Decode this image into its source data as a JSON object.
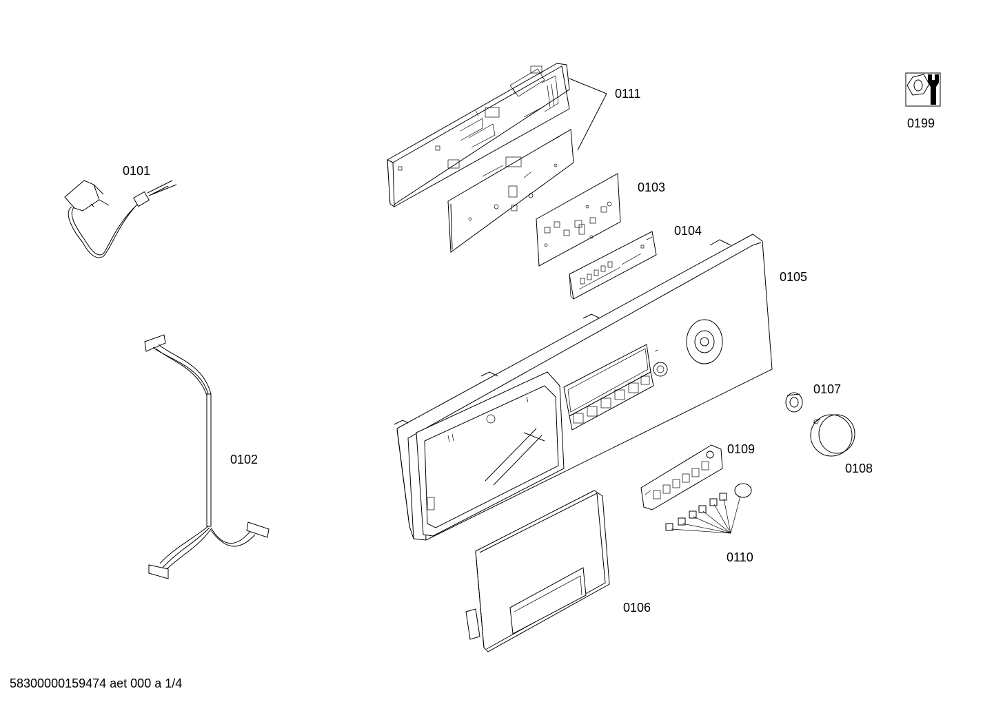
{
  "drawing_id": "58300000159474 aet 000 a 1/4",
  "parts": [
    {
      "key": "p0101",
      "label": "0101",
      "name": "power-cord"
    },
    {
      "key": "p0102",
      "label": "0102",
      "name": "wiring-harness"
    },
    {
      "key": "p0103",
      "label": "0103",
      "name": "control-board"
    },
    {
      "key": "p0104",
      "label": "0104",
      "name": "button-holder"
    },
    {
      "key": "p0105",
      "label": "0105",
      "name": "control-panel-fascia"
    },
    {
      "key": "p0106",
      "label": "0106",
      "name": "detergent-drawer-handle"
    },
    {
      "key": "p0107",
      "label": "0107",
      "name": "knob-insert"
    },
    {
      "key": "p0108",
      "label": "0108",
      "name": "program-selector-knob"
    },
    {
      "key": "p0109",
      "label": "0109",
      "name": "push-button-carrier"
    },
    {
      "key": "p0110",
      "label": "0110",
      "name": "push-button-set"
    },
    {
      "key": "p0111",
      "label": "0111",
      "name": "electronic-module"
    },
    {
      "key": "p0199",
      "label": "0199",
      "name": "tool-icon"
    }
  ],
  "service_icon": "wrench-and-nut-icon"
}
